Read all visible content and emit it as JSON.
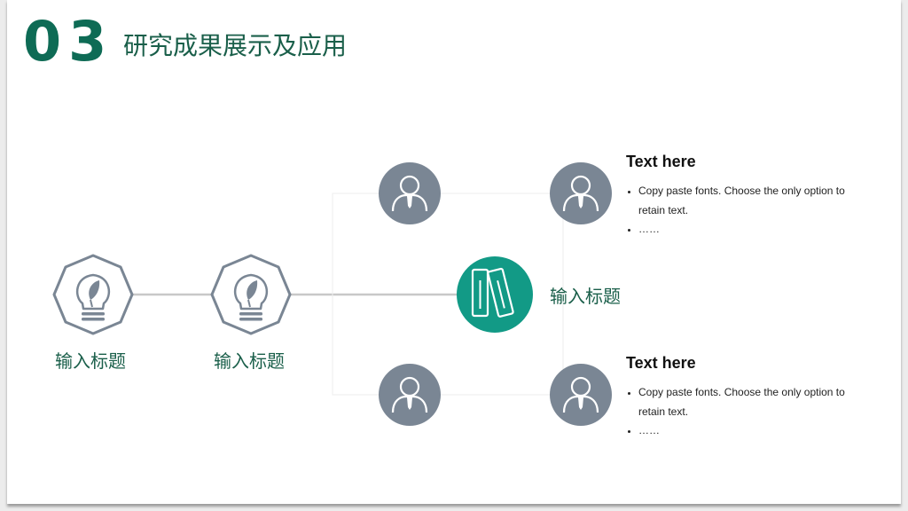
{
  "header": {
    "number": "03",
    "title": "研究成果展示及应用"
  },
  "nodes": {
    "left_label_1": "输入标题",
    "left_label_2": "输入标题",
    "center_label": "输入标题"
  },
  "blocks": [
    {
      "title": "Text here",
      "bullets": [
        "Copy paste fonts. Choose the only option to retain text.",
        "……"
      ]
    },
    {
      "title": "Text here",
      "bullets": [
        "Copy paste fonts. Choose the only option to retain text.",
        "……"
      ]
    }
  ],
  "colors": {
    "accent": "#0e6b55",
    "teal": "#129a86",
    "gray_icon": "#7a8694",
    "line": "#c8c8c8"
  },
  "icons": {
    "bulb": "lightbulb-leaf-icon",
    "person": "person-tie-icon",
    "books": "binders-icon"
  }
}
